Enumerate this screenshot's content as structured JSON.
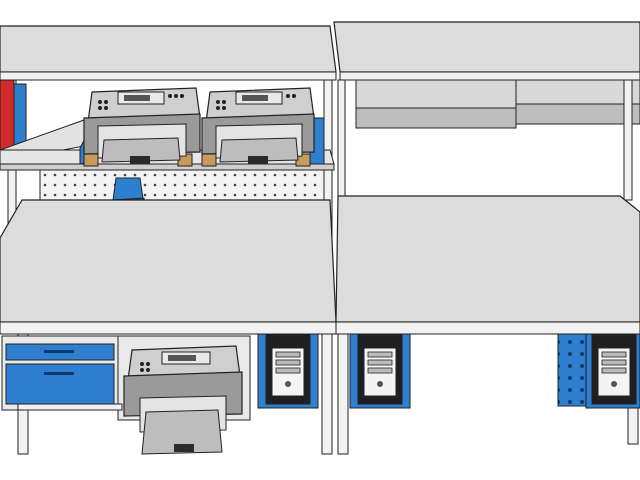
{
  "scene": {
    "description_items": [
      "workbench-left",
      "workbench-right",
      "upper-shelf",
      "pegboard",
      "fax-machine",
      "fax-machine",
      "fax-machine",
      "tower-pc",
      "tower-pc",
      "tower-pc",
      "drawer-unit",
      "storage-bin"
    ]
  },
  "colors": {
    "surface": "#dedede",
    "surface_dark": "#b9b9b9",
    "frame": "#f2f2f2",
    "outline": "#222222",
    "accent_blue": "#2f7fd0",
    "accent_blue_dark": "#1f5fa6",
    "red_binder": "#d22b2b",
    "machine_body": "#c9c9c9",
    "machine_dark": "#8a8a8a",
    "pc_panel": "#f4f4f4",
    "pc_dark": "#1f1f1f"
  }
}
